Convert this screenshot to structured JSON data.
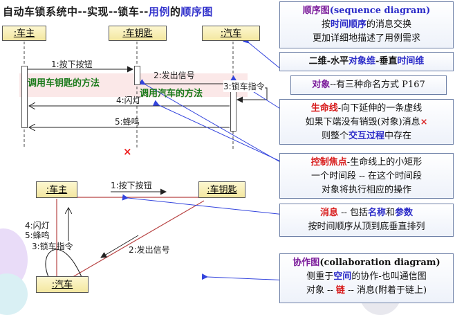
{
  "title": {
    "part1": "自动车锁系统中--实现--锁车--",
    "part2": "用例",
    "part3": "的",
    "part4": "顺序图"
  },
  "sequence": {
    "objects": [
      ":车主",
      ":车钥匙",
      ":汽车"
    ],
    "messages": [
      "1:按下按钮",
      "2:发出信号",
      "3:锁车指令",
      "4:闪灯",
      "5:蜂鸣"
    ],
    "method_labels": [
      "调用车钥匙的方法",
      "调用汽车的方法"
    ],
    "destroy_mark": "×"
  },
  "collaboration": {
    "objects": [
      ":车主",
      ":车钥匙",
      ":汽车"
    ],
    "messages": [
      "1:按下按钮",
      "4:闪灯",
      "5:蜂鸣",
      "3:锁车指令",
      "2:发出信号"
    ]
  },
  "notes": {
    "seq_title_a": "顺序图",
    "seq_title_b": "(sequence diagram)",
    "seq_line2_a": "按",
    "seq_line2_b": "时间顺序",
    "seq_line2_c": "的消息交换",
    "seq_line3": "更加详细地描述了用例需求",
    "dims_a": "二维-水平",
    "dims_b": "对象维",
    "dims_c": "-垂直",
    "dims_d": "时间维",
    "obj_a": "对象",
    "obj_b": "--有三种命名方式 P167",
    "life_a": "生命线",
    "life_b": "-向下延伸的一条虚线",
    "life_line2": "如果下端没有销毁(对象)消息",
    "life_x": "×",
    "life_line3_a": "则整个",
    "life_line3_b": "交互过程",
    "life_line3_c": "中存在",
    "focus_a": "控制焦点",
    "focus_b": "-生命线上的小矩形",
    "focus_line2": "一个时间段 -- 在这个时间段",
    "focus_line3": "对象将执行相应的操作",
    "msg_a": "消息",
    "msg_b": " -- 包括",
    "msg_c": "名称",
    "msg_d": "和",
    "msg_e": "参数",
    "msg_line2": "按时间顺序从顶到底垂直排列",
    "collab_title_a": "协作图",
    "collab_title_b": "(collaboration diagram)",
    "collab_line2_a": "侧重于",
    "collab_line2_b": "空间",
    "collab_line2_c": "的协作-也叫通信图",
    "collab_line3_a": "对象 -- ",
    "collab_line3_b": "链",
    "collab_line3_c": " -- 消息(附着于链上)"
  },
  "colors": {
    "title_blue": "#3333cc",
    "keyword_red": "#d81a1a",
    "keyword_blue": "#2a2ac8",
    "keyword_purple": "#7a1a9a",
    "method_green": "#1a7a1a",
    "highlight_pink": "#fbe6e6",
    "arrow_blue": "#3344dd",
    "link_red": "#b84444"
  }
}
